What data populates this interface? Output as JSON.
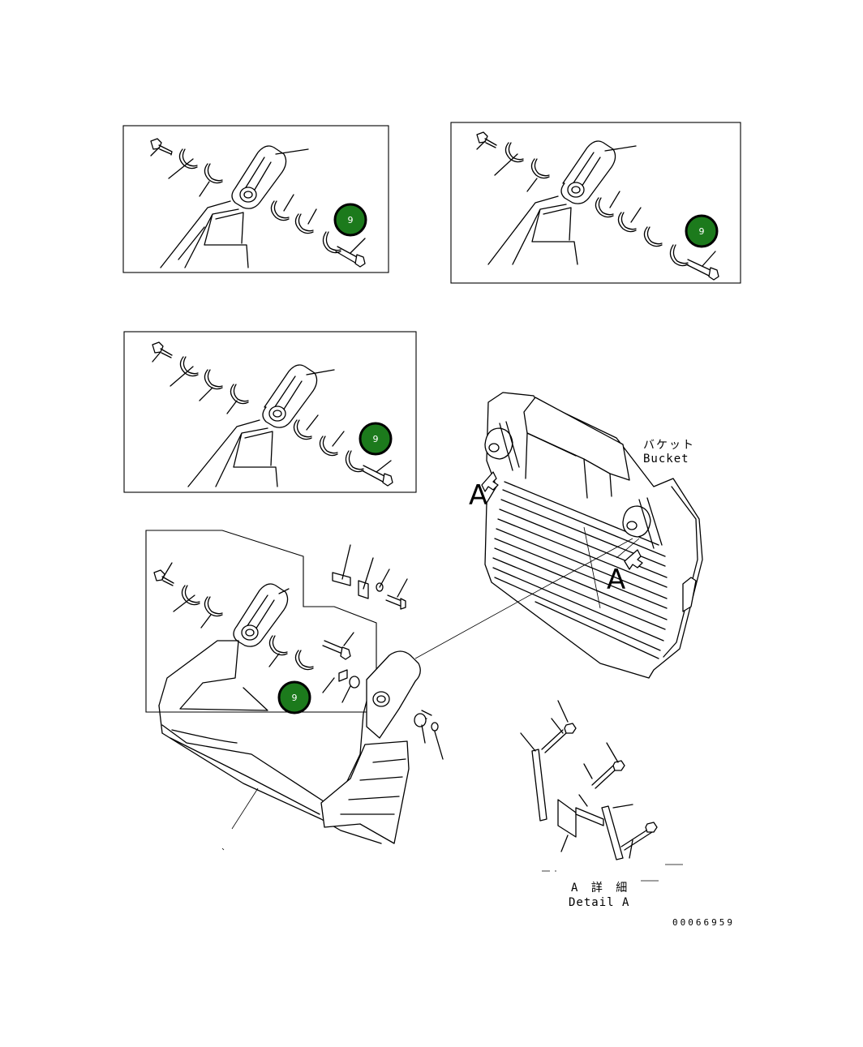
{
  "callouts": [
    {
      "id": "c1",
      "label": "9"
    },
    {
      "id": "c2",
      "label": "9"
    },
    {
      "id": "c3",
      "label": "9"
    },
    {
      "id": "c4",
      "label": "9"
    }
  ],
  "texts": {
    "bucket_jp": "バケット",
    "bucket_en": "Bucket",
    "view_a_left": "A",
    "view_a_right": "A",
    "detail_jp": "A 詳 細",
    "detail_en": "Detail A",
    "drawing_number": "00066959"
  },
  "colors": {
    "callout_fill": "#1c7a1c",
    "line": "#000000"
  }
}
